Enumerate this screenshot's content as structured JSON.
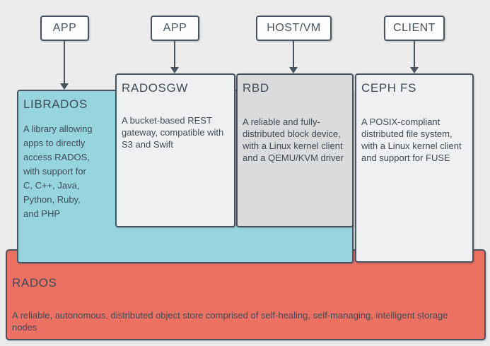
{
  "top_nodes": [
    {
      "label": "APP"
    },
    {
      "label": "APP"
    },
    {
      "label": "HOST/VM"
    },
    {
      "label": "CLIENT"
    }
  ],
  "components": {
    "librados": {
      "title": "LIBRADOS",
      "body": "A library allowing\napps to directly\naccess RADOS,\nwith support for\nC, C++, Java,\nPython, Ruby,\nand PHP",
      "fill": "#97d5de"
    },
    "radosgw": {
      "title": "RADOSGW",
      "body": "A bucket-based REST\ngateway, compatible with\nS3 and Swift",
      "fill": "#eef0f2"
    },
    "rbd": {
      "title": "RBD",
      "body": "A reliable and fully-\ndistributed block device,\nwith a Linux kernel client\nand a QEMU/KVM driver",
      "fill": "#d9dbdd"
    },
    "cephfs": {
      "title": "CEPH FS",
      "body": "A POSIX-compliant\ndistributed file system,\nwith a Linux kernel client\nand support for FUSE",
      "fill": "#eef0f2"
    },
    "rados": {
      "title": "RADOS",
      "body": "A reliable, autonomous, distributed object store comprised of self-healing, self-managing, intelligent storage\nnodes",
      "fill": "#ec7163"
    }
  },
  "colors": {
    "canvas_bg": "#ececec",
    "node_fill": "#fdfdfd",
    "border": "#47535f",
    "text": "#3f4b57"
  }
}
